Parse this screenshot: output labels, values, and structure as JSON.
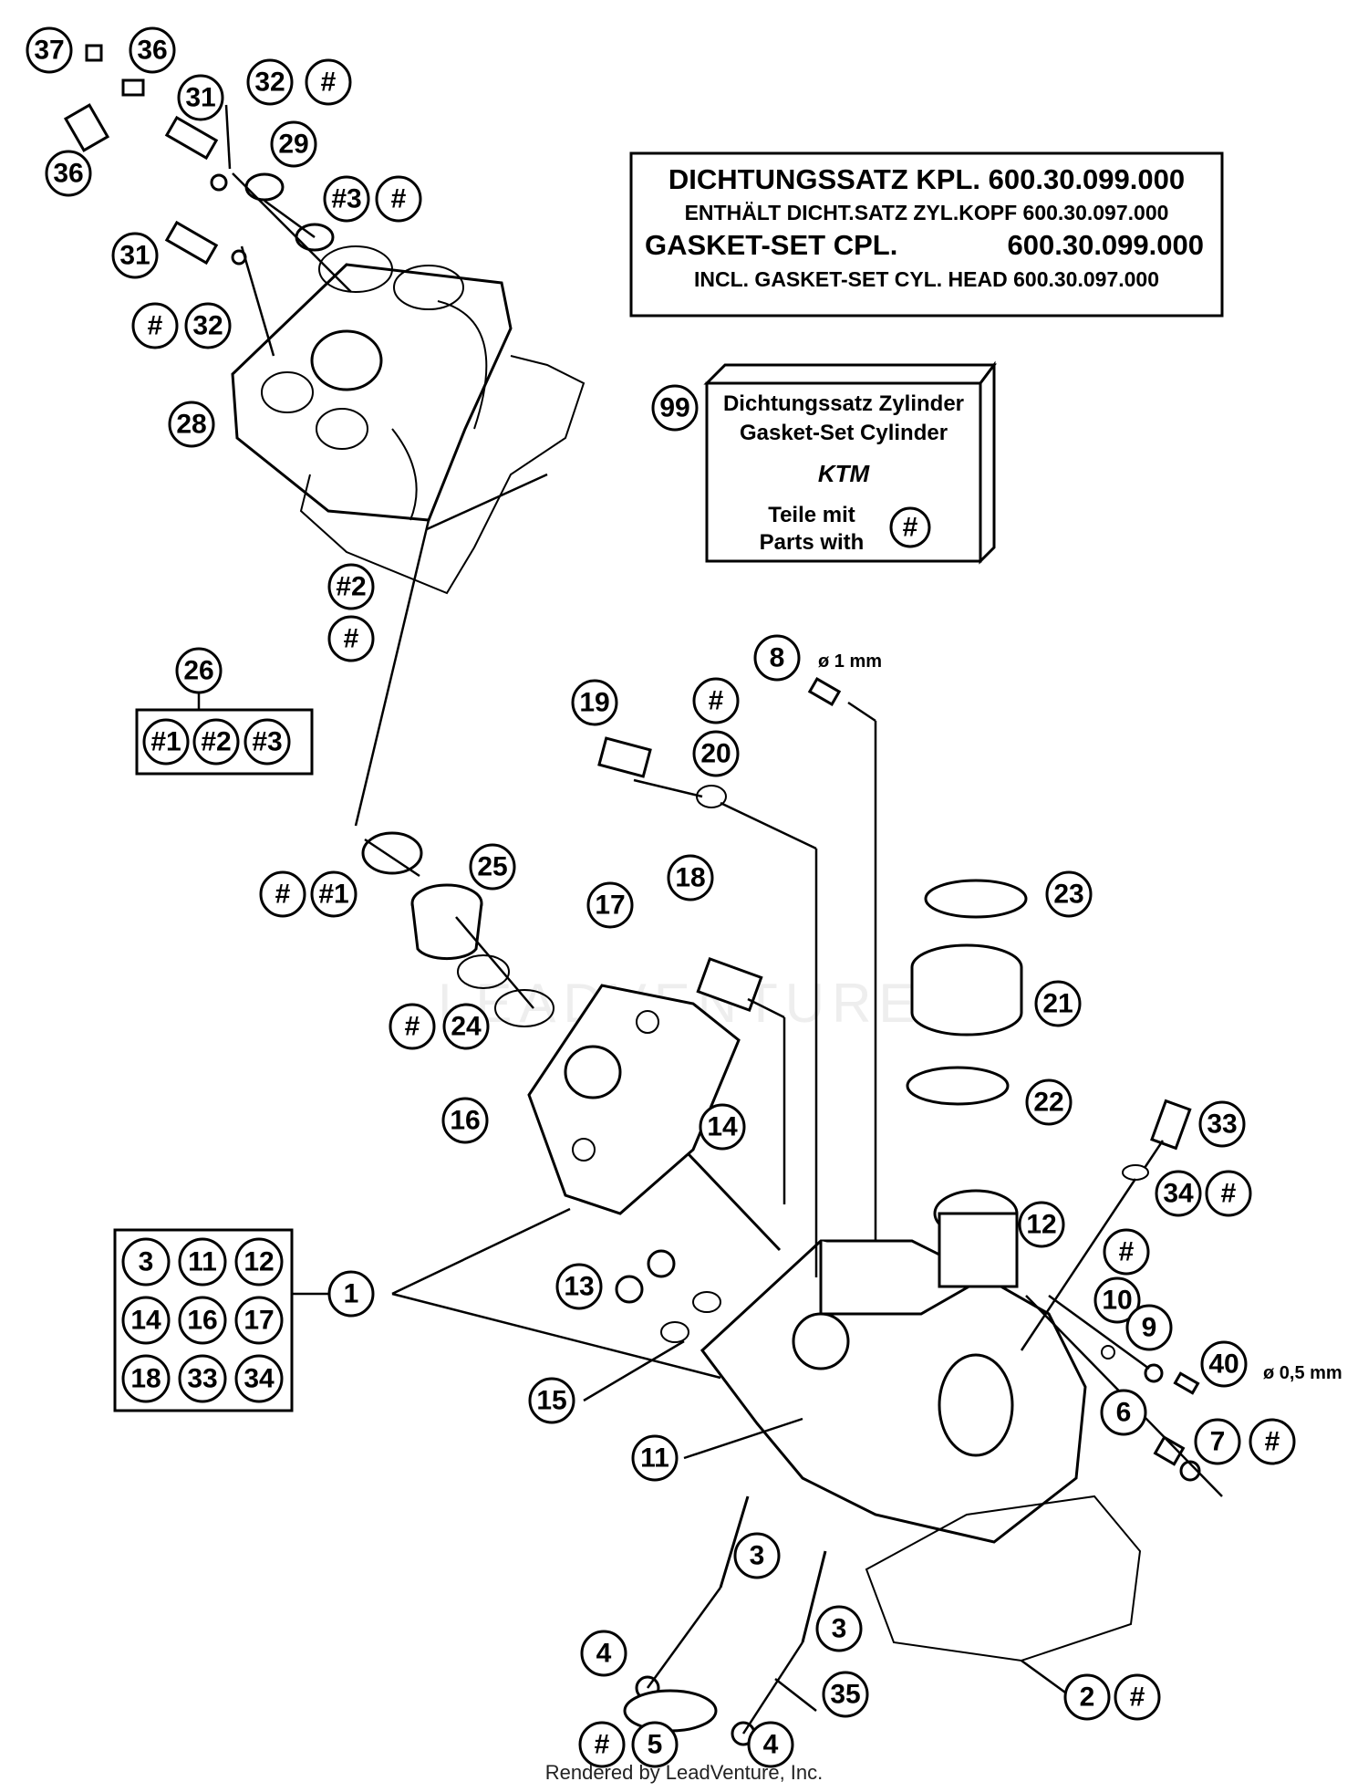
{
  "gasket_note": {
    "line1": "DICHTUNGSSATZ KPL. 600.30.099.000",
    "line2": "ENTHÄLT DICHT.SATZ ZYL.KOPF 600.30.097.000",
    "line3_left": "GASKET-SET CPL.",
    "line3_right": "600.30.099.000",
    "line4": "INCL. GASKET-SET CYL. HEAD 600.30.097.000"
  },
  "kit_box": {
    "callout": "99",
    "title_de": "Dichtungssatz Zylinder",
    "title_en": "Gasket-Set Cylinder",
    "brand": "KTM",
    "parts_de": "Teile mit",
    "parts_en": "Parts with",
    "symbol": "#"
  },
  "callouts": {
    "c1": "1",
    "c2": "2",
    "c3a": "3",
    "c3b": "3",
    "c4a": "4",
    "c4b": "4",
    "c5": "5",
    "c6": "6",
    "c7": "7",
    "c8": "8",
    "c9": "9",
    "c10": "10",
    "c11": "11",
    "c12": "12",
    "c13": "13",
    "c14": "14",
    "c15": "15",
    "c16": "16",
    "c17": "17",
    "c18": "18",
    "c19": "19",
    "c20": "20",
    "c21": "21",
    "c22": "22",
    "c23": "23",
    "c24": "24",
    "c25": "25",
    "c26": "26",
    "c28": "28",
    "c29": "29",
    "c31a": "31",
    "c31b": "31",
    "c32a": "32",
    "c32b": "32",
    "c33": "33",
    "c34": "34",
    "c35": "35",
    "c36a": "36",
    "c36b": "36",
    "c37": "37",
    "c40": "40",
    "h32": "#",
    "h3": "#3",
    "h3b": "#",
    "h32b": "#",
    "h2": "#2",
    "h2b": "#",
    "h1": "#",
    "h1b": "#1",
    "h24": "#",
    "h20": "#",
    "h34": "#",
    "h10": "#",
    "h7": "#",
    "h2c": "#",
    "h5": "#"
  },
  "group_26": {
    "label": "26",
    "items": [
      "#1",
      "#2",
      "#3"
    ]
  },
  "group_1": {
    "items": [
      "3",
      "11",
      "12",
      "14",
      "16",
      "17",
      "18",
      "33",
      "34"
    ]
  },
  "dimensions": {
    "d8": "ø 1 mm",
    "d40": "ø 0,5 mm"
  },
  "watermark": "LEADVENTURE",
  "footer": "Rendered by LeadVenture, Inc."
}
